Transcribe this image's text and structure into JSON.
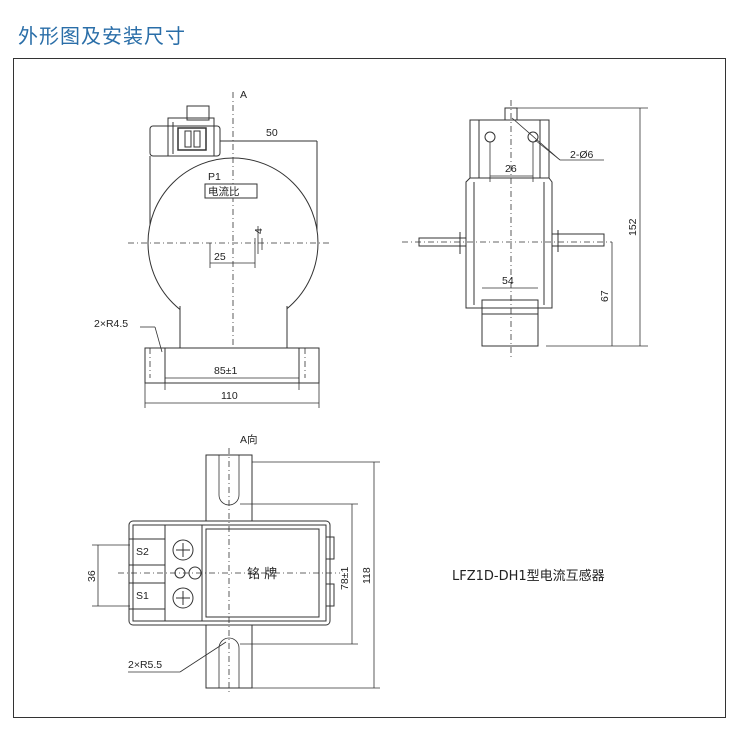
{
  "page": {
    "heading": "外形图及安装尺寸"
  },
  "front_view": {
    "section_mark": "A",
    "dim_top": "50",
    "terminal_label": "P1",
    "ratio_label": "电流比",
    "dim_hole_h": "4",
    "dim_hole_w": "25",
    "radius_note": "2×R4.5",
    "dim_mount": "85±1",
    "dim_base": "110"
  },
  "side_view": {
    "hole_note": "2-Ø6",
    "dim_holes": "26",
    "dim_width": "54",
    "dim_height": "152",
    "dim_center": "67"
  },
  "bottom_view": {
    "title": "A向",
    "s2": "S2",
    "s1": "S1",
    "nameplate": "铭 牌",
    "dim_terminals": "36",
    "dim_slots": "78±1",
    "dim_total": "118",
    "radius_note": "2×R5.5"
  },
  "product": {
    "name": "LFZ1D-DH1型电流互感器"
  }
}
